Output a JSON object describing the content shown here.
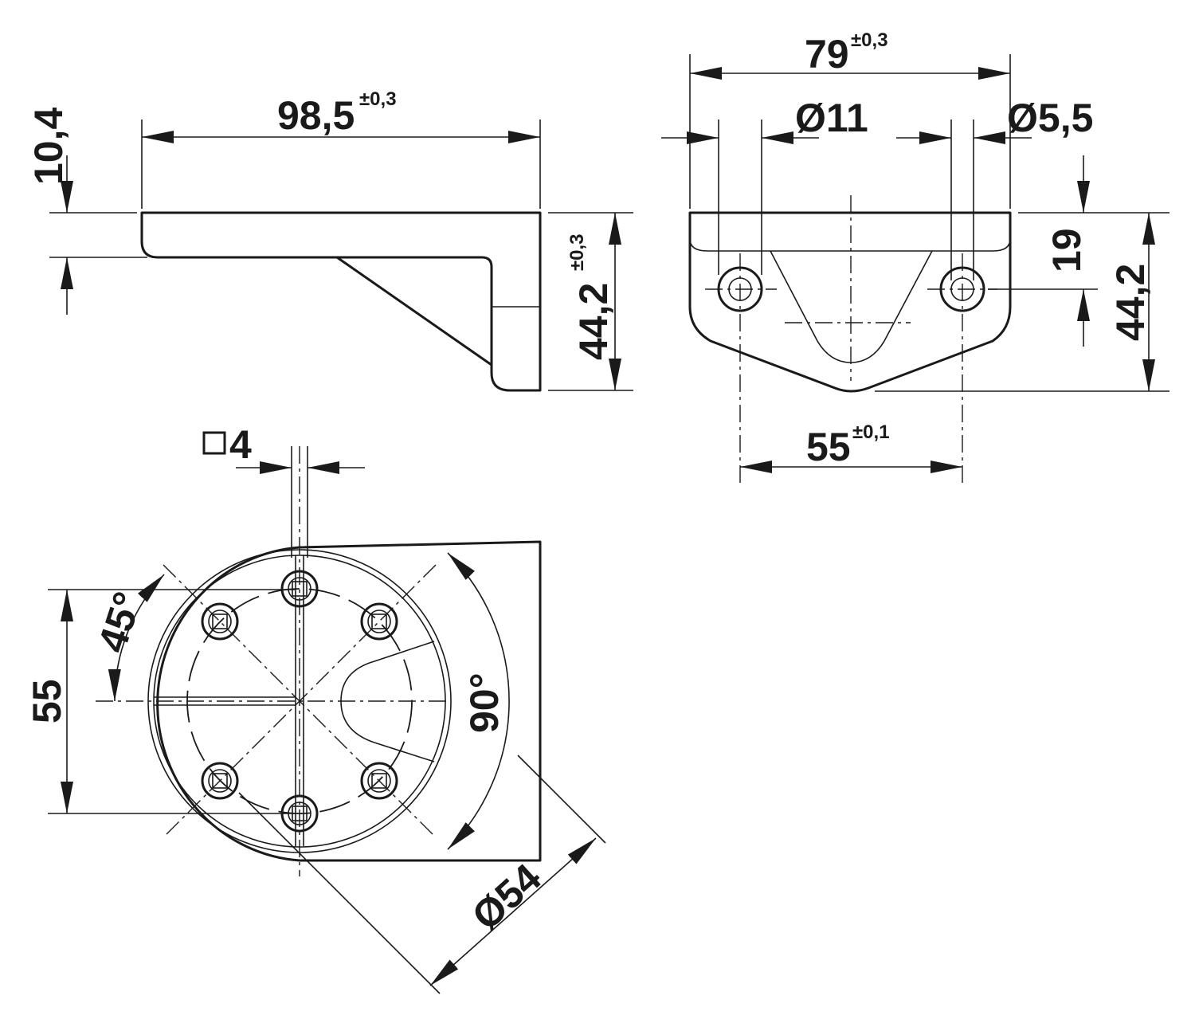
{
  "side_view": {
    "length": "98,5",
    "length_tol": "±0,3",
    "flange": "10,4",
    "height": "44,2",
    "height_tol": "±0,3"
  },
  "front_view": {
    "width": "79",
    "width_tol": "±0,3",
    "counterbore": "Ø11",
    "hole": "Ø5,5",
    "hole_height": "19",
    "height": "44,2",
    "spacing": "55",
    "spacing_tol": "±0,1"
  },
  "bottom_view": {
    "square": "4",
    "angle_small": "45°",
    "angle_large": "90°",
    "pitch": "55",
    "circle": "Ø54"
  }
}
